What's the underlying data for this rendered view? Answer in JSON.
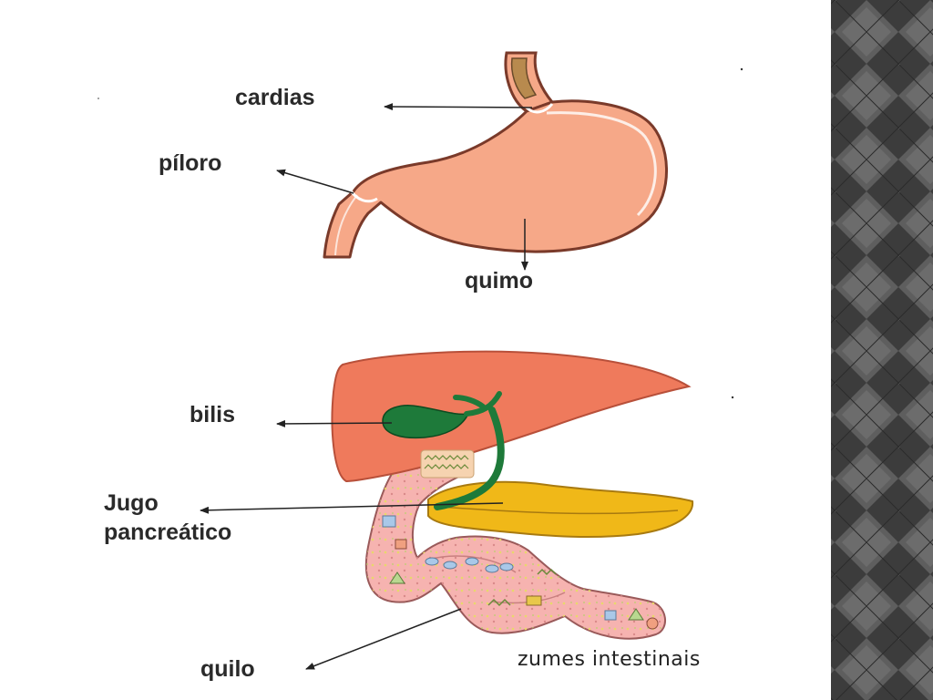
{
  "stomach_labels": {
    "cardias": "cardias",
    "piloro": "píloro",
    "quimo": "quimo"
  },
  "digestive_labels": {
    "bilis": "bilis",
    "jugo_line1": "Jugo",
    "jugo_line2": "pancreático",
    "quilo": "quilo",
    "zumes": "zumes intestinais"
  },
  "colors": {
    "stomach_fill": "#f6a888",
    "stomach_stroke": "#7a3a2a",
    "esophagus_inner": "#b88a4e",
    "liver_fill": "#ef7a5c",
    "gallbladder_fill": "#1e7a3a",
    "pancreas_fill": "#f0b818",
    "intestine_fill": "#f6b3b0",
    "panel_dark": "#3a3a3a",
    "panel_light": "#6a6a6a"
  }
}
